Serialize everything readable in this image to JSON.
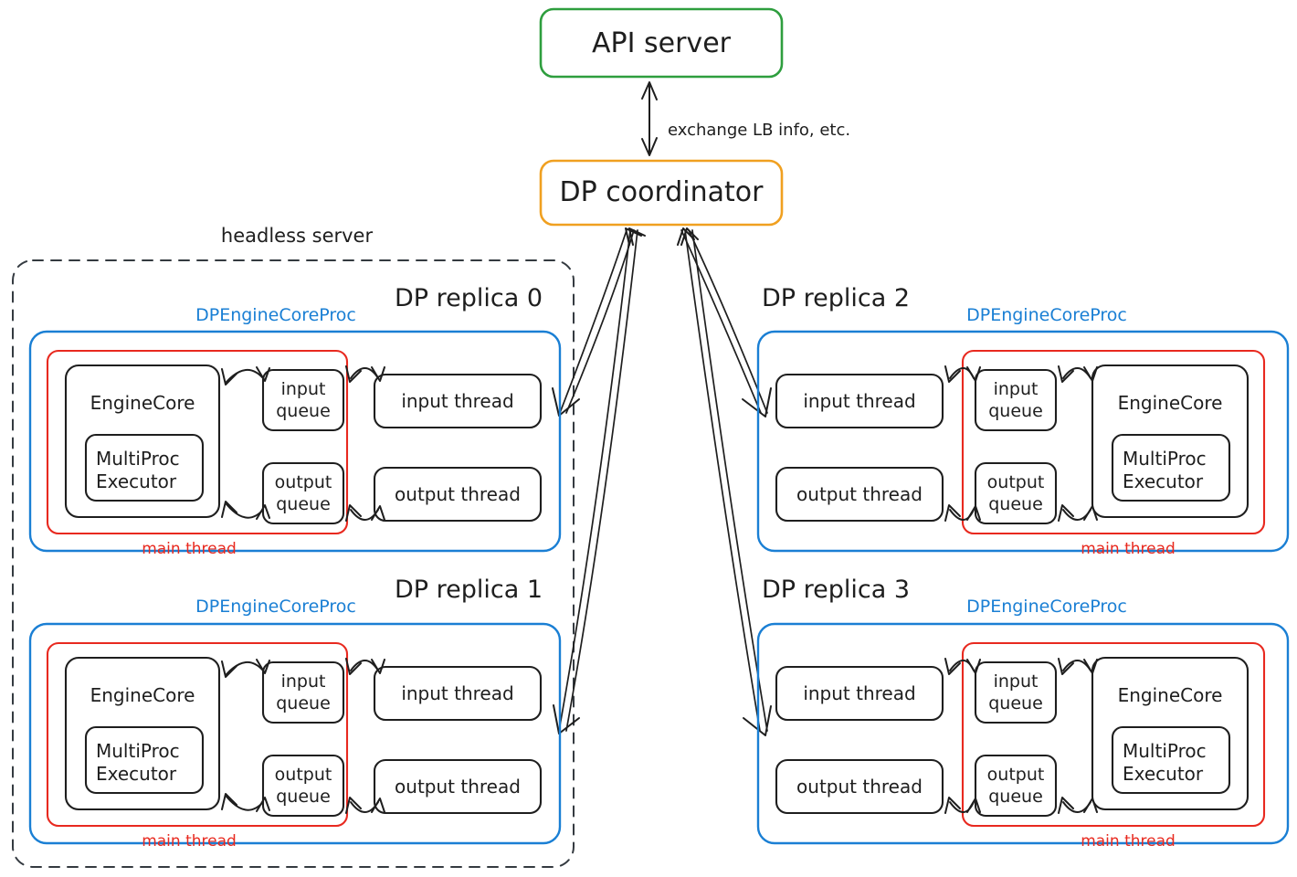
{
  "diagram": {
    "title_nodes": {
      "api_server": "API server",
      "dp_coordinator": "DP coordinator"
    },
    "edge_labels": {
      "coordinator_api": "exchange LB info, etc."
    },
    "boundary": {
      "headless_server": "headless server"
    },
    "colors": {
      "api_server_border": "#2e9e3e",
      "coordinator_border": "#f0a020",
      "proc_border": "#1a7fd4",
      "main_thread_border": "#e8291f",
      "boundary_border": "#343a40",
      "node_border": "#1e1e1e",
      "background": "#ffffff"
    },
    "common_labels": {
      "proc": "DPEngineCoreProc",
      "main_thread": "main thread",
      "engine_core": "EngineCore",
      "multiproc_executor_line1": "MultiProc",
      "multiproc_executor_line2": "Executor",
      "input_queue_line1": "input",
      "input_queue_line2": "queue",
      "output_queue_line1": "output",
      "output_queue_line2": "queue",
      "input_thread": "input thread",
      "output_thread": "output thread"
    },
    "replicas": [
      {
        "id": 0,
        "title": "DP replica 0",
        "orientation": "core-left",
        "in_headless": true
      },
      {
        "id": 1,
        "title": "DP replica 1",
        "orientation": "core-left",
        "in_headless": true
      },
      {
        "id": 2,
        "title": "DP replica 2",
        "orientation": "core-right",
        "in_headless": false
      },
      {
        "id": 3,
        "title": "DP replica 3",
        "orientation": "core-right",
        "in_headless": false
      }
    ]
  }
}
